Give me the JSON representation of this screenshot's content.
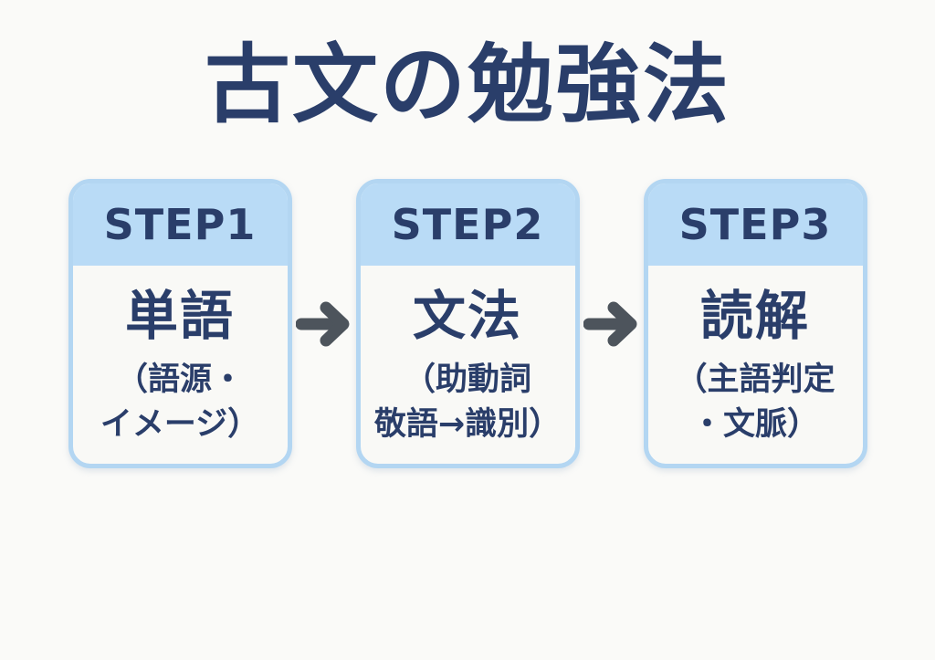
{
  "title": "古文の勉強法",
  "steps": [
    {
      "label": "STEP1",
      "heading": "単語",
      "sub_line1": "（語源・",
      "sub_line2": "イメージ）"
    },
    {
      "label": "STEP2",
      "heading": "文法",
      "sub_line1": "（助動詞",
      "sub_line2": "敬語→識別）"
    },
    {
      "label": "STEP3",
      "heading": "読解",
      "sub_line1": "（主語判定",
      "sub_line2": "・文脈）"
    }
  ],
  "icons": {
    "step_arrow": "arrow-right"
  },
  "colors": {
    "title_text": "#2a3e6a",
    "step_header_bg": "#b9dbf6",
    "card_border": "#b3d6f2",
    "card_bg": "#f9f9f6",
    "page_bg": "#fafaf8",
    "arrow": "#4d545c"
  }
}
